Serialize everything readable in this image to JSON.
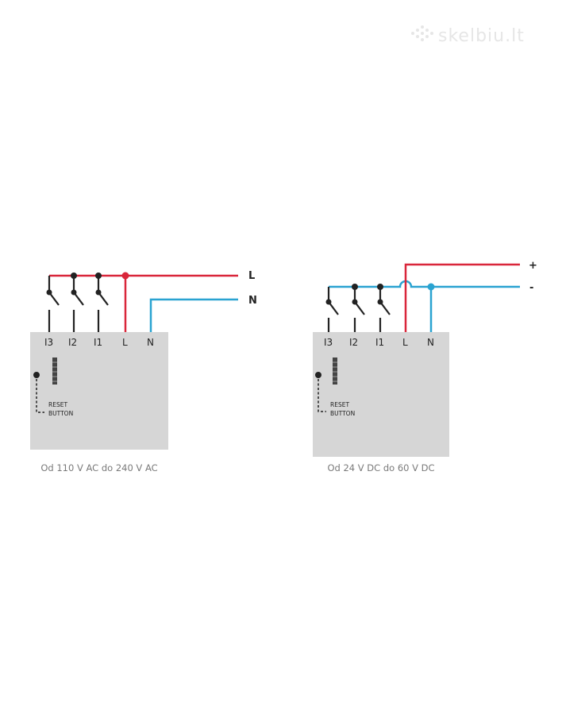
{
  "watermark": "skelbiu.lt",
  "colors": {
    "live": "#d9263a",
    "neutral": "#2aa3d1",
    "module": "#d6d6d6",
    "wire": "#222222"
  },
  "left": {
    "terminals": [
      "I3",
      "I2",
      "I1",
      "L",
      "N"
    ],
    "line_labels": [
      "L",
      "N"
    ],
    "reset_line1": "RESET",
    "reset_line2": "BUTTON",
    "caption": "Od 110 V AC do 240 V AC"
  },
  "right": {
    "terminals": [
      "I3",
      "I2",
      "I1",
      "L",
      "N"
    ],
    "line_labels": [
      "+",
      "-"
    ],
    "reset_line1": "RESET",
    "reset_line2": "BUTTON",
    "caption": "Od 24 V DC do 60 V DC"
  }
}
